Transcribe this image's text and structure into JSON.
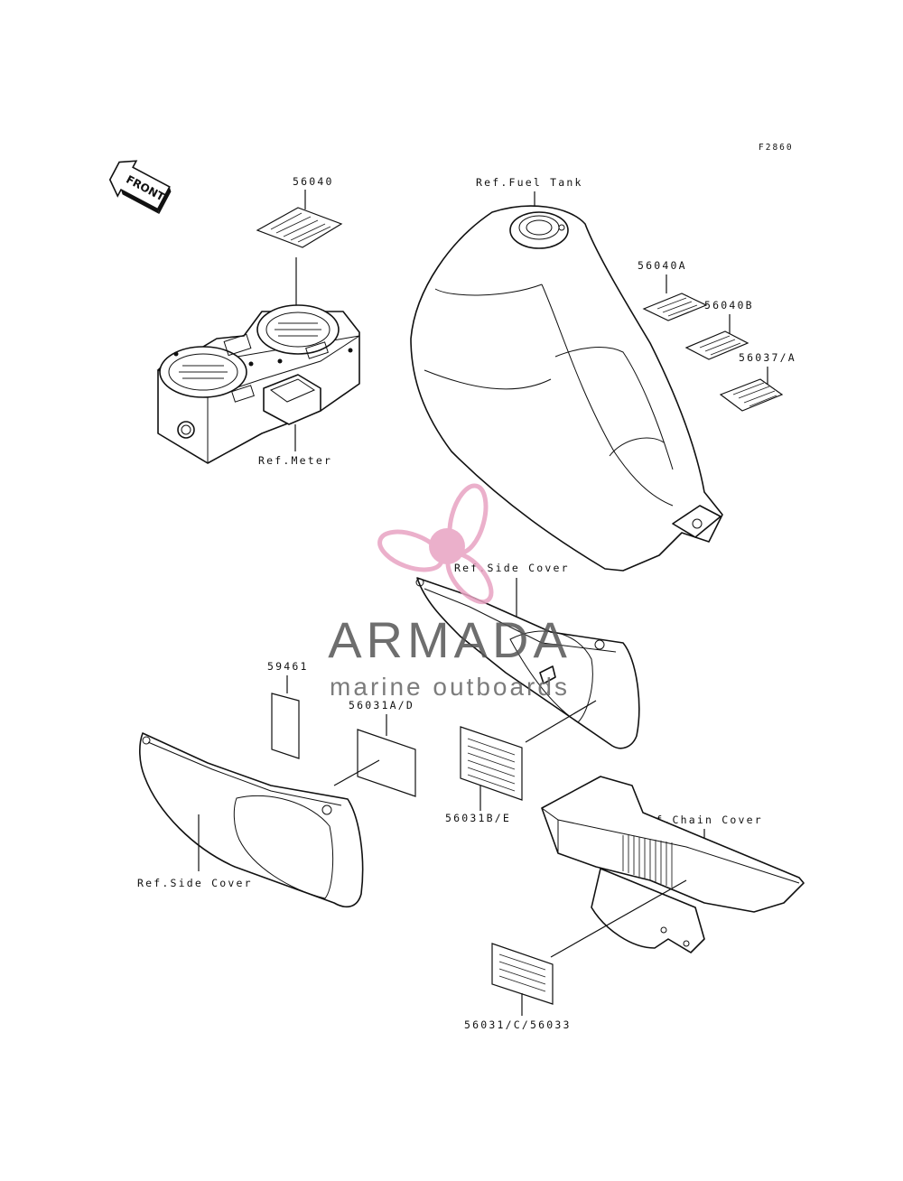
{
  "figure_code": "F2860",
  "front_arrow_label": "FRONT",
  "labels": {
    "decal_56040": "56040",
    "ref_fuel_tank": "Ref.Fuel Tank",
    "decal_56040a": "56040A",
    "decal_56040b": "56040B",
    "decal_56037a": "56037/A",
    "ref_meter": "Ref.Meter",
    "ref_side_cover_right": "Ref.Side Cover",
    "decal_59461": "59461",
    "decal_56031ad": "56031A/D",
    "decal_56031be": "56031B/E",
    "ref_chain_cover": "Ref.Chain Cover",
    "ref_side_cover_left": "Ref.Side Cover",
    "decal_56031c_56033": "56031/C/56033"
  },
  "watermark": {
    "brand": "ARMADA",
    "tagline": "marine outboards",
    "logo_color": "#e8a3c2",
    "text_color": "#555555"
  }
}
